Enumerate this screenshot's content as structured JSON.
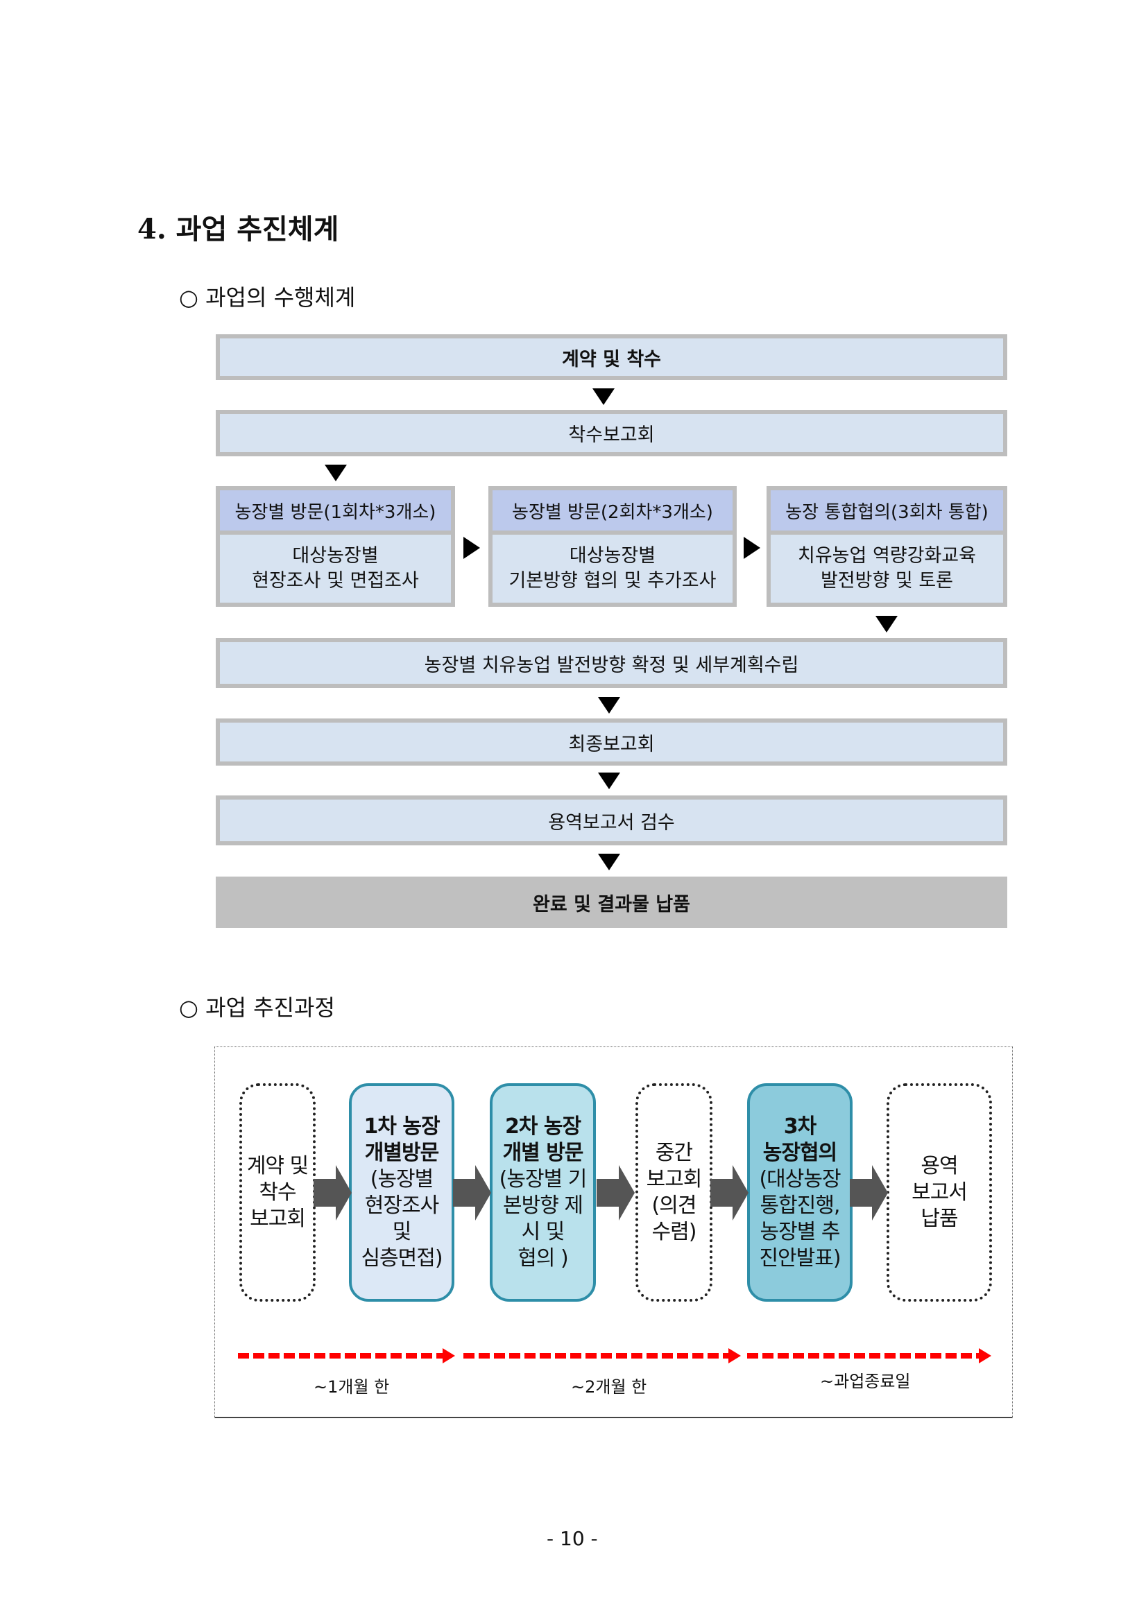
{
  "heading": "4. 과업 추진체계",
  "section1": "○ 과업의 수행체계",
  "flow": {
    "step1": "계약 및 착수",
    "step2": "착수보고회",
    "columns": [
      {
        "header": "농장별 방문(1회차*3개소)",
        "lines": [
          "대상농장별",
          "현장조사 및 면접조사"
        ]
      },
      {
        "header": "농장별 방문(2회차*3개소)",
        "lines": [
          "대상농장별",
          "기본방향 협의 및 추가조사"
        ]
      },
      {
        "header": "농장 통합협의(3회차 통합)",
        "lines": [
          "치유농업 역량강화교육",
          "발전방향 및 토론"
        ]
      }
    ],
    "step4": "농장별 치유농업 발전방향 확정 및 세부계획수립",
    "step5": "최종보고회",
    "step6": "용역보고서 검수",
    "step7": "완료 및 결과물 납품"
  },
  "section2": "○ 과업 추진과정",
  "process": {
    "stages": [
      {
        "title": [],
        "lines": [
          "계약 및",
          "착수",
          "보고회"
        ]
      },
      {
        "title": [
          "1차 농장",
          "개별방문"
        ],
        "lines": [
          "(농장별",
          "현장조사",
          "및",
          "심층면접)"
        ]
      },
      {
        "title": [
          "2차 농장",
          "개별 방문"
        ],
        "lines": [
          "(농장별 기",
          "본방향 제",
          "시 및",
          "협의 )"
        ]
      },
      {
        "title": [],
        "lines": [
          "중간",
          "보고회",
          "(의견",
          "수렴)"
        ]
      },
      {
        "title": [
          "3차",
          "농장협의"
        ],
        "lines": [
          "(대상농장",
          "통합진행,",
          "농장별 추",
          "진안발표)"
        ]
      },
      {
        "title": [],
        "lines": [
          "용역",
          "보고서",
          "납품"
        ]
      }
    ],
    "timeline": [
      "~1개월 한",
      "~2개월 한",
      "~과업종료일"
    ],
    "colors": {
      "stage2": "#dce8f6",
      "stage3": "#b9e1ec",
      "stage5": "#8ccbdc",
      "arrow": "#555555",
      "timeline": "#ff0000"
    }
  },
  "page_number": "- 10 -"
}
